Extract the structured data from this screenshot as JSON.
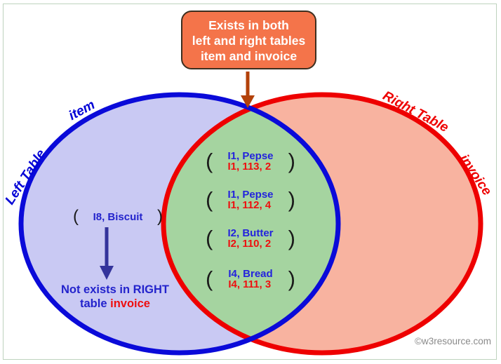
{
  "callout": {
    "lines": [
      "Exists in both",
      "left and right tables",
      "item and invoice"
    ]
  },
  "left_circle": {
    "outer_label": "Left Table",
    "inner_label": "item"
  },
  "right_circle": {
    "outer_label": "Right Table",
    "inner_label": "invoice"
  },
  "glyphs": {
    "paren_open": "(",
    "paren_close": ")"
  },
  "intersection": {
    "rows": [
      {
        "item_line": "I1, Pepse",
        "invoice_line": "I1, 113, 2"
      },
      {
        "item_line": "I1, Pepse",
        "invoice_line": "I1, 112, 4"
      },
      {
        "item_line": "I2, Butter",
        "invoice_line": "I2, 110, 2"
      },
      {
        "item_line": "I4, Bread",
        "invoice_line": "I4, 111, 3"
      }
    ]
  },
  "left_only": {
    "value": "I8, Biscuit",
    "note_line1": "Not exists in RIGHT",
    "note_line2_prefix": "table ",
    "note_line2_keyword": "invoice"
  },
  "footer": {
    "copyright": "©w3resource.com"
  },
  "colors": {
    "left_fill": "#c9c9f3",
    "left_stroke": "#0a0ad9",
    "right_fill": "#f8b3a0",
    "right_stroke": "#ee0000",
    "intersection_fill": "#a5d4a0",
    "callout_fill": "#f4744a",
    "callout_border": "#3c2e1f",
    "callout_arrow": "#b34109",
    "note_arrow": "#34349b",
    "frame_border": "#bed3be"
  }
}
